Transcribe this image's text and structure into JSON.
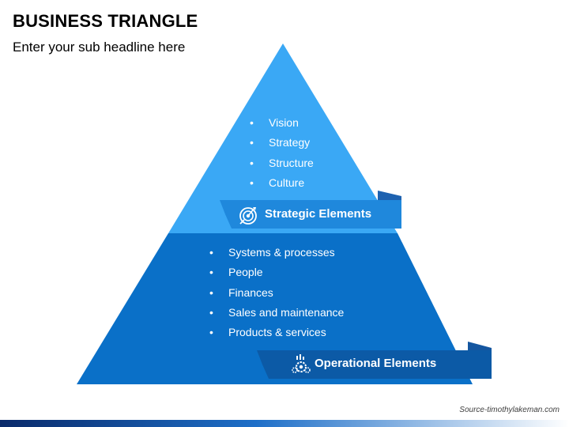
{
  "header": {
    "title": "BUSINESS TRIANGLE",
    "subtitle": "Enter your sub headline here"
  },
  "strategic": {
    "label": "Strategic Elements",
    "icon": "target-icon",
    "items": [
      "Vision",
      "Strategy",
      "Structure",
      "Culture"
    ]
  },
  "operational": {
    "label": "Operational Elements",
    "icon": "gears-chart-icon",
    "items": [
      "Systems & processes",
      "People",
      "Finances",
      "Sales and maintenance",
      "Products & services"
    ]
  },
  "footer": {
    "source": "Source-timothylakeman.com"
  },
  "colors": {
    "strategic_fill": "#3aa8f5",
    "operational_fill": "#0a70c8",
    "banner_light": "#1f88dc",
    "banner_dark": "#0c5aa6",
    "banner_fold": "#1456a0"
  }
}
